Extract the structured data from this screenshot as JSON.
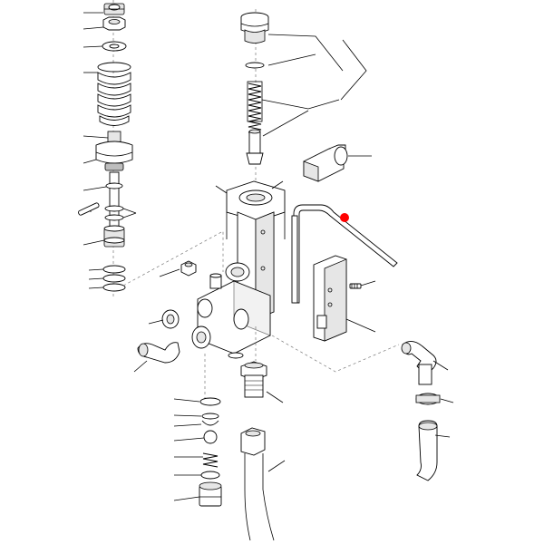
{
  "image": {
    "type": "exploded-parts-diagram",
    "background": "#ffffff",
    "line_color": "#000000"
  },
  "marker": {
    "color": "#ff0000"
  },
  "parts": [
    {
      "id": "lock-nut"
    },
    {
      "id": "washer"
    },
    {
      "id": "o-ring-top-left"
    },
    {
      "id": "spring-cap"
    },
    {
      "id": "large-spring"
    },
    {
      "id": "valve-stem-housing"
    },
    {
      "id": "pin"
    },
    {
      "id": "valve-stem"
    },
    {
      "id": "small-o-rings"
    },
    {
      "id": "valve-cap"
    },
    {
      "id": "spring-small"
    },
    {
      "id": "plunger"
    },
    {
      "id": "hex-fitting"
    },
    {
      "id": "manifold-body"
    },
    {
      "id": "filter-tube"
    },
    {
      "id": "mount-bracket"
    },
    {
      "id": "screw"
    },
    {
      "id": "elbow-left"
    },
    {
      "id": "elbow-right"
    },
    {
      "id": "hose-clamp"
    },
    {
      "id": "hose-right"
    },
    {
      "id": "check-valve-stack"
    },
    {
      "id": "nipple"
    },
    {
      "id": "hose-bottom"
    }
  ]
}
